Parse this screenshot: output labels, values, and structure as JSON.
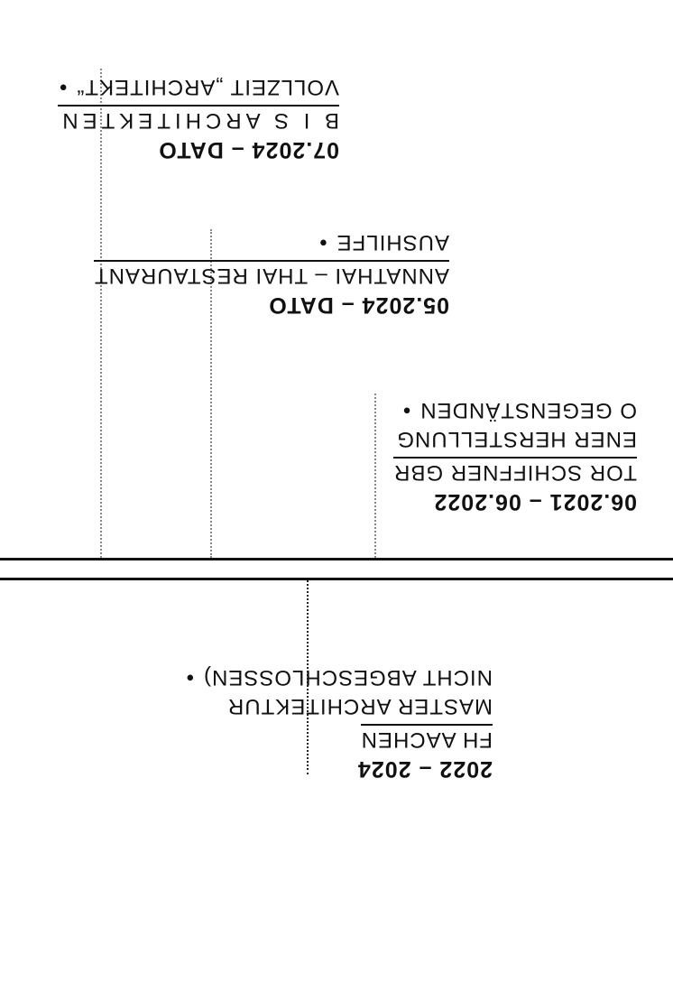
{
  "axis_upper": "",
  "work": [
    {
      "date": "07.2024 – DATO",
      "organization": "B I S  ARCHITEKTEN",
      "role": "VOLLZEIT „ARCHITEKT“"
    },
    {
      "date": "05.2024 – DATO",
      "organization": "ANNATHAI – THAI RESTAURANT",
      "role": "AUSHILFE"
    },
    {
      "date": "06.2021 – 06.2022",
      "organization": "TOR SCHIFFNER GBR",
      "role": "ENER HERSTELLUNG",
      "role_line2": "O GEGENSTÄNDEN"
    }
  ],
  "education": [
    {
      "date": "2022 – 2024",
      "organization": "FH AACHEN",
      "role": "MASTER ARCHITEKTUR",
      "role_line2": "NICHT ABGESCHLOSSEN)"
    }
  ],
  "bullet_glyph": "•"
}
